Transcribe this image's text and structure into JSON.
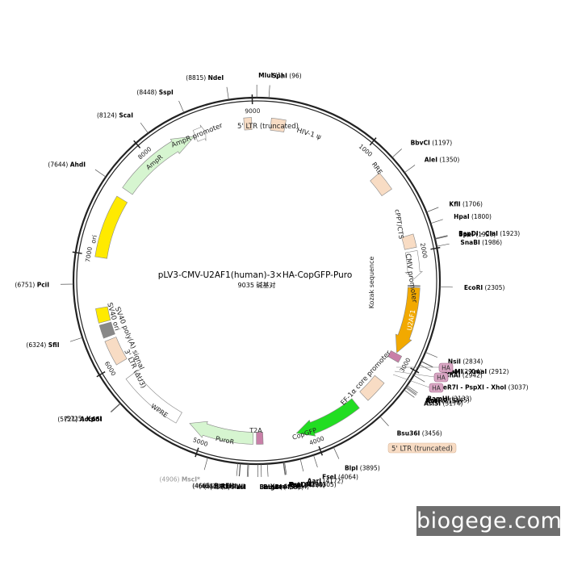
{
  "map": {
    "title": "pLV3-CMV-U2AF1(human)-3×HA-CopGFP-Puro",
    "subtitle": "9035 碱基对",
    "total_bp": 9035
  },
  "ticks": [
    {
      "bp": 1000,
      "label": "1000"
    },
    {
      "bp": 2000,
      "label": "2000"
    },
    {
      "bp": 3000,
      "label": "3000"
    },
    {
      "bp": 4000,
      "label": "4000"
    },
    {
      "bp": 5000,
      "label": "5000"
    },
    {
      "bp": 6000,
      "label": "6000"
    },
    {
      "bp": 7000,
      "label": "7000"
    },
    {
      "bp": 8000,
      "label": "8000"
    },
    {
      "bp": 9000,
      "label": "9000"
    }
  ],
  "features": [
    {
      "name": "5' LTR (truncated)",
      "start": 8920,
      "end": 8990,
      "color": "#f8dcc4"
    },
    {
      "name": "HIV-1 ψ",
      "start": 130,
      "end": 260,
      "color": "#f8dcc4"
    },
    {
      "name": "RRE",
      "start": 1220,
      "end": 1400,
      "color": "#f8dcc4"
    },
    {
      "name": "cPPT/CTS",
      "start": 1840,
      "end": 1960,
      "color": "#f8dcc4"
    },
    {
      "name": "CMV promoter",
      "start": 1990,
      "end": 2240,
      "color": "#ffffff",
      "arrow": true
    },
    {
      "name": "Kozak sequence",
      "start": 2300,
      "end": 2310,
      "color": "#888888"
    },
    {
      "name": "U2AF1",
      "start": 2320,
      "end": 2940,
      "color": "#f2a900",
      "arrow": true
    },
    {
      "name": "HA",
      "start": 2948,
      "end": 3010,
      "color": "#c97fa8"
    },
    {
      "name": "EF-1α core promoter",
      "start": 3230,
      "end": 3440,
      "color": "#f8dcc4"
    },
    {
      "name": "CopGFP",
      "start": 3540,
      "end": 4150,
      "color": "#22dd22",
      "arrow": true
    },
    {
      "name": "T2A",
      "start": 4460,
      "end": 4520,
      "color": "#c97fa8"
    },
    {
      "name": "PuroR",
      "start": 4550,
      "end": 5150,
      "color": "#d6f5d0",
      "arrow": true
    },
    {
      "name": "WPRE",
      "start": 5260,
      "end": 5850,
      "color": "#ffffff"
    },
    {
      "name": "3' LTR (ΔU3)",
      "start": 6000,
      "end": 6230,
      "color": "#f8dcc4"
    },
    {
      "name": "SV40 poly(A) signal",
      "start": 6260,
      "end": 6380,
      "color": "#888888"
    },
    {
      "name": "SV40 ori",
      "start": 6400,
      "end": 6530,
      "color": "#ffea00"
    },
    {
      "name": "ori",
      "start": 6990,
      "end": 7560,
      "color": "#ffea00"
    },
    {
      "name": "AmpR",
      "start": 7650,
      "end": 8450,
      "color": "#d6f5d0",
      "arrow": true
    },
    {
      "name": "AmpR promoter",
      "start": 8460,
      "end": 8560,
      "color": "#ffffff",
      "arrow": true
    }
  ],
  "feature_labels": {
    "ltr5": "5' LTR (truncated)",
    "psi": "HIV-1 ψ",
    "rre": "RRE",
    "cppt": "cPPT/CTS",
    "cmv": "CMV promoter",
    "kozak": "Kozak sequence",
    "u2af1": "U2AF1",
    "ha": "HA",
    "ef1a": "EF-1α core promoter",
    "copgfp": "CopGFP",
    "t2a": "T2A",
    "puror": "PuroR",
    "wpre": "WPRE",
    "ltr3": "3' LTR (ΔU3)",
    "sv40pa": "SV40 poly(A) signal",
    "sv40ori": "SV40 ori",
    "ori": "ori",
    "ampr": "AmpR",
    "amprp": "AmpR promoter",
    "ltr5b": "5' LTR (truncated)"
  },
  "sites": [
    {
      "name": "MluI",
      "pos": "(1)",
      "bp": 1
    },
    {
      "name": "SphI",
      "pos": "(96)",
      "bp": 96
    },
    {
      "name": "BbvCI",
      "pos": "(1197)",
      "bp": 1197
    },
    {
      "name": "AleI",
      "pos": "(1350)",
      "bp": 1350
    },
    {
      "name": "KflI",
      "pos": "(1706)",
      "bp": 1706
    },
    {
      "name": "HpaI",
      "pos": "(1800)",
      "bp": 1800
    },
    {
      "name": "BspDI - ClaI",
      "pos": "(1923)",
      "bp": 1923
    },
    {
      "name": "SpeI",
      "pos": "(1928)",
      "bp": 1928
    },
    {
      "name": "SnaBI",
      "pos": "(1986)",
      "bp": 1986
    },
    {
      "name": "EcoRI",
      "pos": "(2305)",
      "bp": 2305
    },
    {
      "name": "NsiI",
      "pos": "(2834)",
      "bp": 2834
    },
    {
      "name": "TspMI - XmaI",
      "pos": "(2912)",
      "bp": 2912
    },
    {
      "name": "SmaI",
      "pos": "(2914)",
      "bp": 2914
    },
    {
      "name": "PshAI",
      "pos": "(2942)",
      "bp": 2942
    },
    {
      "name": "PaeR7I - PspXI - XhoI",
      "pos": "(3037)",
      "bp": 3037
    },
    {
      "name": "BamHI",
      "pos": "(3133)",
      "bp": 3133
    },
    {
      "name": "EcoRV",
      "pos": "(3145)",
      "bp": 3145
    },
    {
      "name": "NotI",
      "pos": "(3154)",
      "bp": 3154
    },
    {
      "name": "AsiSI",
      "pos": "(3174)",
      "bp": 3174
    },
    {
      "name": "Bsu36I",
      "pos": "(3456)",
      "bp": 3456
    },
    {
      "name": "BlpI",
      "pos": "(3895)",
      "bp": 3895
    },
    {
      "name": "FseI",
      "pos": "(4064)",
      "bp": 4064
    },
    {
      "name": "AarI",
      "pos": "(4172)",
      "bp": 4172
    },
    {
      "name": "PstI",
      "pos": "(4298)",
      "bp": 4298
    },
    {
      "name": "PspOMI",
      "pos": "(4305)",
      "bp": 4305
    },
    {
      "name": "ApaI",
      "pos": "(4309)",
      "bp": 4309
    },
    {
      "name": "XcmI",
      "pos": "(4434)",
      "bp": 4434
    },
    {
      "name": "BbsI",
      "pos": "(4483)",
      "bp": 4483
    },
    {
      "name": "BmgBI",
      "pos": "(4509)",
      "bp": 4509
    },
    {
      "name": "PasI",
      "pos": "(4580)",
      "bp": 4580
    },
    {
      "name": "BsiWI",
      "pos": "(4587)",
      "bp": 4587
    },
    {
      "name": "BspEI*",
      "pos": "(4644)",
      "bp": 4644,
      "color": "#999999"
    },
    {
      "name": "RsrII",
      "pos": "(4647)",
      "bp": 4647
    },
    {
      "name": "BstEII",
      "pos": "(4665)",
      "bp": 4665
    },
    {
      "name": "MscI*",
      "pos": "(4906)",
      "bp": 4906,
      "color": "#999999"
    },
    {
      "name": "Acc65I",
      "pos": "(5721)",
      "bp": 5721
    },
    {
      "name": "KpnI",
      "pos": "(5725)",
      "bp": 5725
    },
    {
      "name": "SfiI",
      "pos": "(6324)",
      "bp": 6324
    },
    {
      "name": "PciI",
      "pos": "(6751)",
      "bp": 6751
    },
    {
      "name": "AhdI",
      "pos": "(7644)",
      "bp": 7644
    },
    {
      "name": "ScaI",
      "pos": "(8124)",
      "bp": 8124
    },
    {
      "name": "SspI",
      "pos": "(8448)",
      "bp": 8448
    },
    {
      "name": "NdeI",
      "pos": "(8815)",
      "bp": 8815
    }
  ],
  "watermark": "biogege.com"
}
